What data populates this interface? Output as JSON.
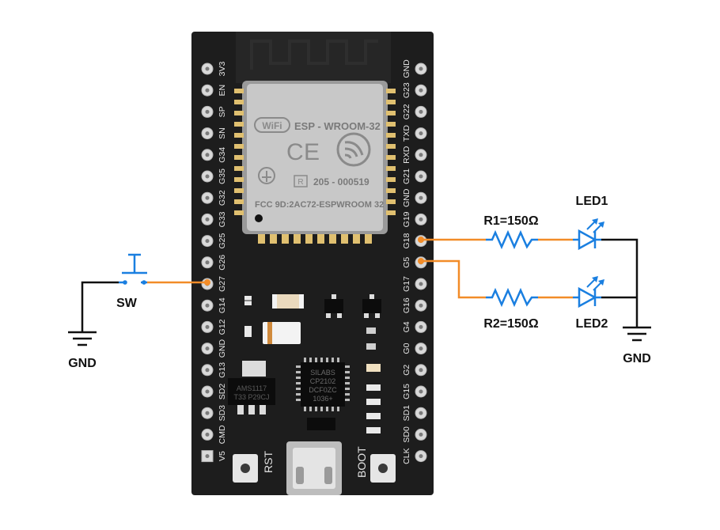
{
  "module": {
    "brand": "WiFi",
    "model": "ESP - WROOM-32",
    "cert_r": "R",
    "cert_number": "205 - 000519",
    "fcc": "FCC 9D:2AC72-ESPWROOM 32"
  },
  "chips": {
    "regulator_line1": "AMS1117",
    "regulator_line2": "T33 P29CJ",
    "usb_line1": "SILABS",
    "usb_line2": "CP2102",
    "usb_line3": "DCF0ZC",
    "usb_line4": "1036+"
  },
  "buttons": {
    "rst": "RST",
    "boot": "BOOT"
  },
  "pins_left": [
    "3V3",
    "EN",
    "SP",
    "SN",
    "G34",
    "G35",
    "G32",
    "G33",
    "G25",
    "G26",
    "G27",
    "G14",
    "G12",
    "GND",
    "G13",
    "SD2",
    "SD3",
    "CMD",
    "V5"
  ],
  "pins_right": [
    "GND",
    "G23",
    "G22",
    "TXD",
    "RXD",
    "G21",
    "GND",
    "G19",
    "G18",
    "G5",
    "G17",
    "G16",
    "G4",
    "G0",
    "G2",
    "G15",
    "SD1",
    "SD0",
    "CLK"
  ],
  "circuit": {
    "switch_label": "SW",
    "gnd_left": "GND",
    "gnd_right": "GND",
    "r1_label": "R1=150Ω",
    "r2_label": "R2=150Ω",
    "led1_label": "LED1",
    "led2_label": "LED2"
  },
  "colors": {
    "board": "#1d1d1d",
    "module_metal": "#c6c6c6",
    "wire_signal": "#f28c28",
    "wire_component": "#1a7fe0",
    "wire_ground": "#111111"
  }
}
